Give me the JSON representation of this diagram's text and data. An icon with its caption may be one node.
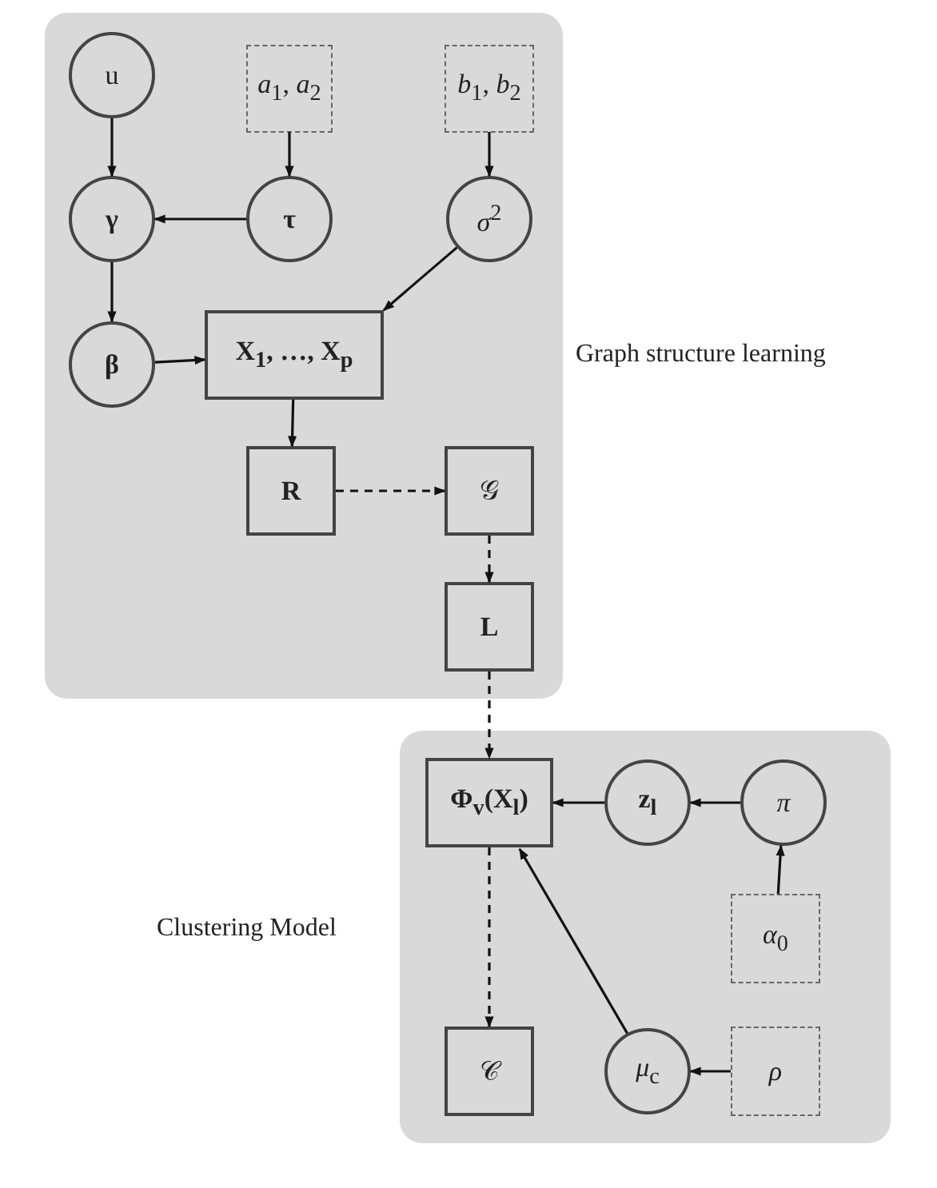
{
  "diagram": {
    "nodes": [
      {
        "text": [
          "Graph structure learning"
        ]
      },
      {
        "text": [
          "u"
        ],
        "in": 0
      },
      {
        "text": [
          "*a*$_{1}$, *a*$_{2}$"
        ],
        "in": 0
      },
      {
        "text": [
          "*b*$_{1}$, *b*$_{2}$"
        ],
        "in": 0
      },
      {
        "text": [
          "γ"
        ],
        "in": 0
      },
      {
        "text": [
          "τ"
        ],
        "in": 0
      },
      {
        "text": [
          "*σ*$^{2}$"
        ],
        "in": 0
      },
      {
        "text": [
          "β"
        ],
        "in": 0
      },
      {
        "text": [
          "X$_{1}$, …, X$_{p}$"
        ],
        "in": 0
      },
      {
        "text": [
          "R"
        ],
        "in": 0
      },
      {
        "text": [
          "𝒢"
        ],
        "in": 0
      },
      {
        "text": [
          "L"
        ],
        "in": 0
      },
      {
        "text": [
          "Clustering Model"
        ]
      },
      {
        "text": [
          "Φ$_{v}$(X$_{l}$)"
        ],
        "in": 12
      },
      {
        "text": [
          "z$_{l}$"
        ],
        "in": 12
      },
      {
        "text": [
          "*π*"
        ],
        "in": 12
      },
      {
        "text": [
          "*α*$_{0}$"
        ],
        "in": 12
      },
      {
        "text": [
          "𝒞"
        ],
        "in": 12
      },
      {
        "text": [
          "*μ*$_{c}$"
        ],
        "in": 12
      },
      {
        "text": [
          "*ρ*"
        ],
        "in": 12
      }
    ],
    "edges": [
      {
        "from": 1,
        "to": 4,
        "arrow": "to"
      },
      {
        "from": 2,
        "to": 5,
        "arrow": "to"
      },
      {
        "from": 5,
        "to": 4,
        "arrow": "to"
      },
      {
        "from": 3,
        "to": 6,
        "arrow": "to"
      },
      {
        "from": 4,
        "to": 7,
        "arrow": "to"
      },
      {
        "from": 6,
        "to": 8,
        "arrow": "to"
      },
      {
        "from": 7,
        "to": 8,
        "arrow": "to"
      },
      {
        "from": 8,
        "to": 9,
        "arrow": "to"
      },
      {
        "from": 9,
        "to": 10,
        "arrow": "to",
        "style": "dashed"
      },
      {
        "from": 10,
        "to": 11,
        "arrow": "to",
        "style": "dashed"
      },
      {
        "from": 11,
        "to": 13,
        "arrow": "to",
        "style": "dashed"
      },
      {
        "from": 14,
        "to": 13,
        "arrow": "to"
      },
      {
        "from": 15,
        "to": 14,
        "arrow": "to"
      },
      {
        "from": 16,
        "to": 15,
        "arrow": "to"
      },
      {
        "from": 18,
        "to": 13,
        "arrow": "to"
      },
      {
        "from": 13,
        "to": 17,
        "arrow": "to",
        "style": "dashed"
      },
      {
        "from": 19,
        "to": 18,
        "arrow": "to"
      }
    ]
  }
}
